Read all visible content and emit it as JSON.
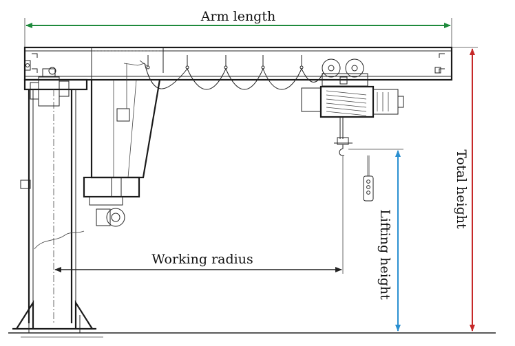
{
  "labels": {
    "arm_length": "Arm length",
    "working_radius": "Working radius",
    "lifting_height": "Lifting height",
    "total_height": "Total height"
  },
  "colors": {
    "arm_length_arrow": "#1e8a3c",
    "lifting_height_arrow": "#2a8fd0",
    "total_height_arrow": "#c62828",
    "linework": "#222222"
  }
}
